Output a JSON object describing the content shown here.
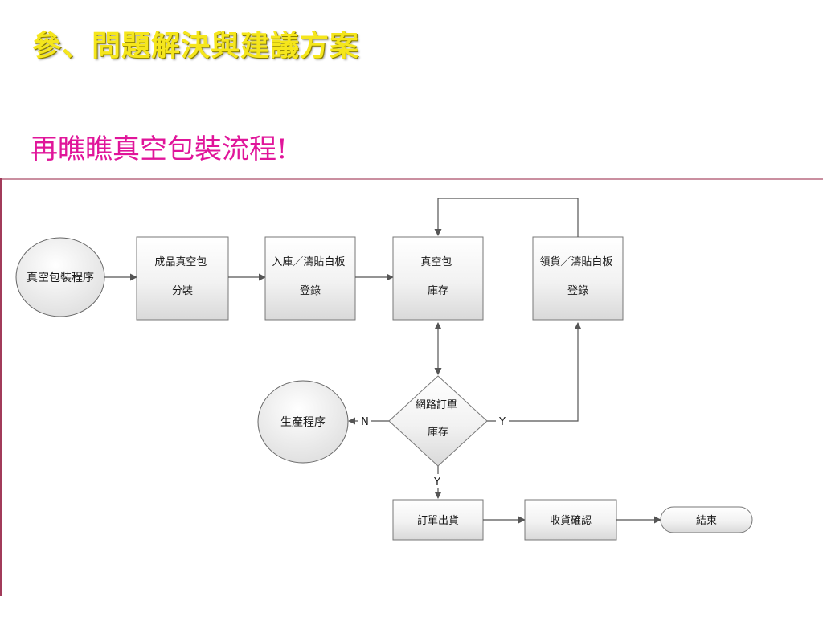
{
  "slide": {
    "title": "參、問題解決與建議方案",
    "subtitle": "再瞧瞧真空包裝流程!"
  },
  "flowchart": {
    "start": "真空包裝程序",
    "box_pack": [
      "成品真空包",
      "分裝"
    ],
    "box_stockin": [
      "入庫／濤貼白板",
      "登錄"
    ],
    "box_inventory": [
      "真空包",
      "庫存"
    ],
    "box_pickup": [
      "領貨／濤貼白板",
      "登錄"
    ],
    "decision": [
      "網路訂單",
      "庫存"
    ],
    "production": "生產程序",
    "box_ship": "訂單出貨",
    "box_confirm": "收貨確認",
    "end": "結束",
    "label_no": "N",
    "label_yes_right": "Y",
    "label_yes_down": "Y"
  },
  "colors": {
    "title": "#f5e61c",
    "subtitle": "#e0159a",
    "frame_line": "#a23b5a",
    "box_fill_top": "#ffffff",
    "box_fill_bottom": "#dedede",
    "stroke": "#7a7a7a",
    "connector": "#555555"
  }
}
